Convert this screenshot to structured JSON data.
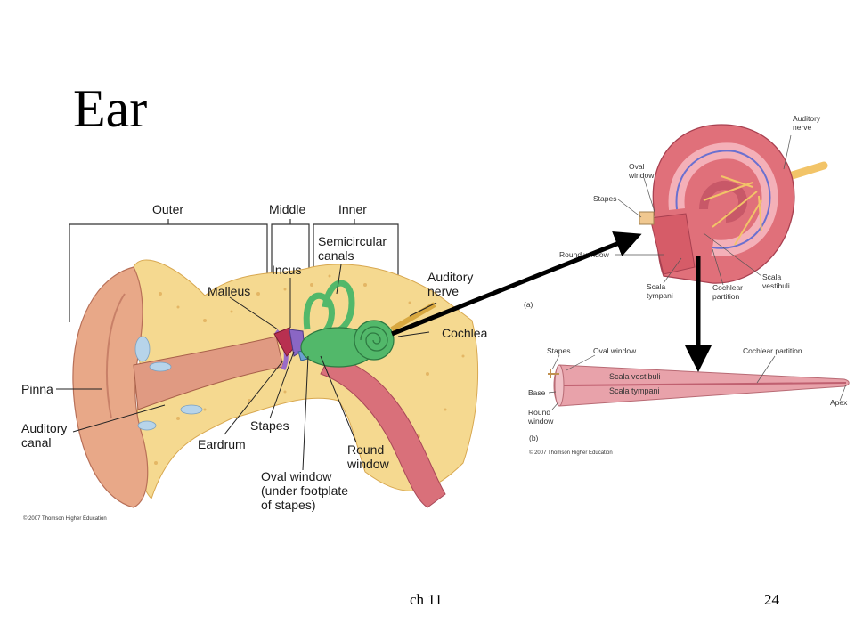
{
  "slide": {
    "title": "Ear",
    "footer_center": "ch 11",
    "footer_right": "24"
  },
  "ear_diagram": {
    "section_labels": [
      "Outer",
      "Middle",
      "Inner"
    ],
    "labels": {
      "semicircular_1": "Semicircular",
      "semicircular_2": "canals",
      "auditory_nerve_1": "Auditory",
      "auditory_nerve_2": "nerve",
      "incus": "Incus",
      "malleus": "Malleus",
      "cochlea": "Cochlea",
      "pinna": "Pinna",
      "auditory_canal_1": "Auditory",
      "auditory_canal_2": "canal",
      "stapes": "Stapes",
      "eardrum": "Eardrum",
      "round_window_1": "Round",
      "round_window_2": "window",
      "oval_window_1": "Oval window",
      "oval_window_2": "(under footplate",
      "oval_window_3": "of stapes)"
    },
    "copyright": "© 2007 Thomson Higher Education"
  },
  "cochlea_diagram": {
    "labels": {
      "auditory_nerve_1": "Auditory",
      "auditory_nerve_2": "nerve",
      "oval_window_1": "Oval",
      "oval_window_2": "window",
      "stapes": "Stapes",
      "round_window": "Round window",
      "scala_tympani_1": "Scala",
      "scala_tympani_2": "tympani",
      "cochlear_partition_1": "Cochlear",
      "cochlear_partition_2": "partition",
      "scala_vestibuli_1": "Scala",
      "scala_vestibuli_2": "vestibuli",
      "panel": "(a)"
    }
  },
  "uncoiled_diagram": {
    "labels": {
      "stapes": "Stapes",
      "oval_window": "Oval window",
      "cochlear_partition": "Cochlear partition",
      "base": "Base",
      "scala_vestibuli": "Scala vestibuli",
      "scala_tympani": "Scala tympani",
      "round_window_1": "Round",
      "round_window_2": "window",
      "apex": "Apex",
      "panel": "(b)"
    },
    "copyright": "© 2007 Thomson Higher Education"
  },
  "colors": {
    "bone": "#f5d990",
    "skin": "#e8a888",
    "cochlea_pink": "#e0707a",
    "inner_ear_green": "#52b86a",
    "ossicle_purple": "#8a66c4",
    "arrow": "#000000"
  }
}
